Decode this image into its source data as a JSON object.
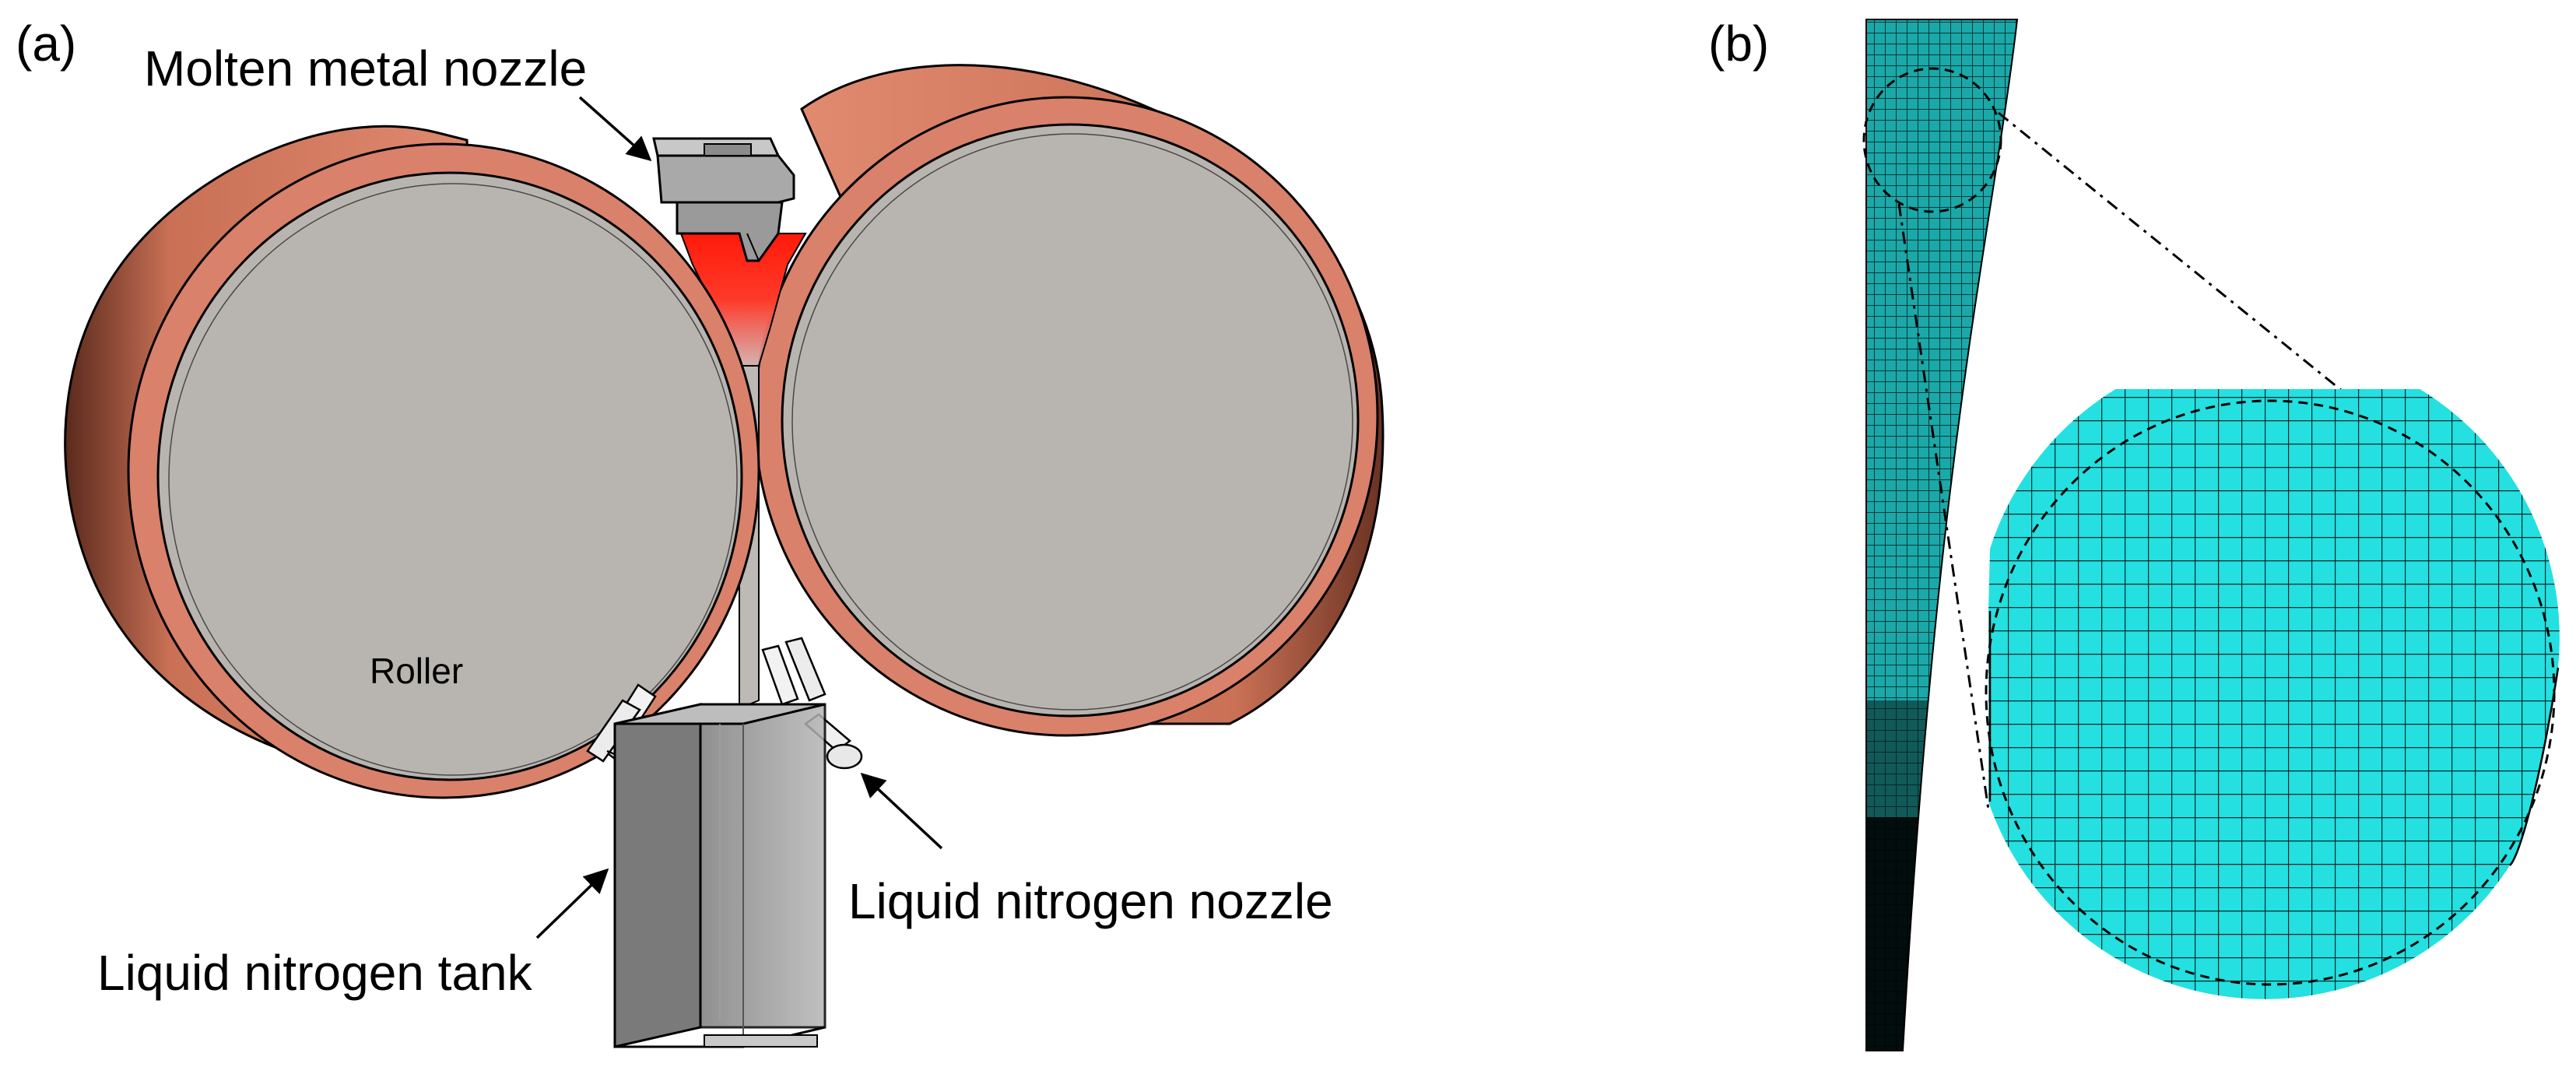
{
  "panel_a": {
    "tag": "(a)",
    "labels": {
      "molten_nozzle": "Molten metal nozzle",
      "roller": "Roller",
      "ln2_nozzle": "Liquid nitrogen nozzle",
      "ln2_tank": "Liquid nitrogen tank"
    }
  },
  "panel_b": {
    "tag": "(b)"
  },
  "colors": {
    "roller_rim": "#d9816a",
    "roller_face": "#b8b5b0",
    "molten": "#ff2a1a",
    "mesh": "#1fd6d6",
    "nozzle": "#a9a9a9",
    "tank": "#8a8a8a"
  }
}
